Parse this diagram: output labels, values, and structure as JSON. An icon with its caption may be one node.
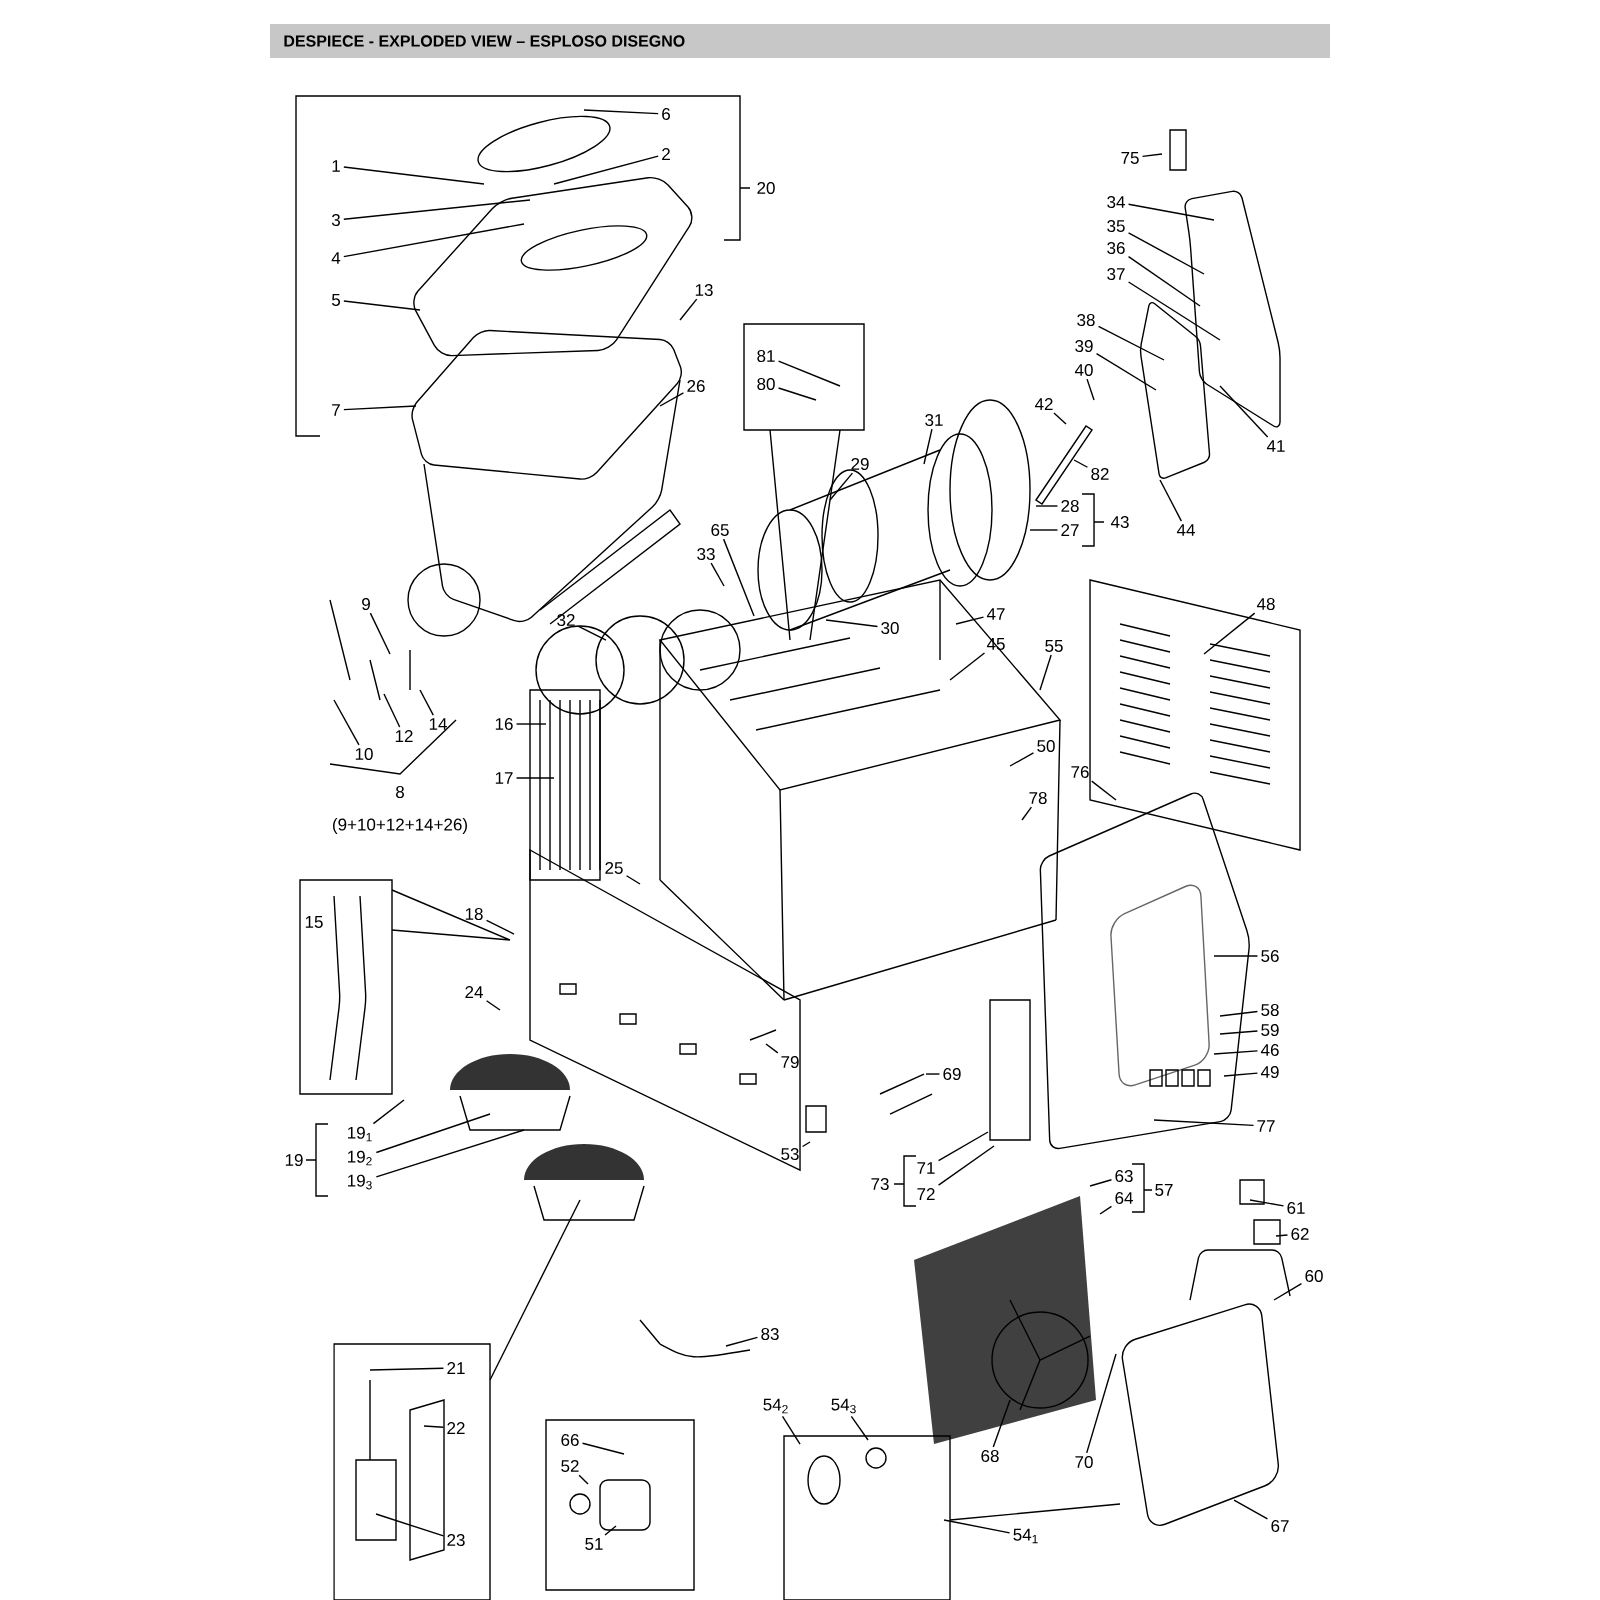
{
  "diagram": {
    "title": "DESPIECE - EXPLODED VIEW – ESPLOSO DISEGNO",
    "nodes": [
      {
        "text": [
          "6"
        ]
      },
      {
        "text": [
          "1"
        ]
      },
      {
        "text": [
          "2"
        ]
      },
      {
        "text": [
          "75"
        ]
      },
      {
        "text": [
          "34"
        ]
      },
      {
        "text": [
          "3"
        ]
      },
      {
        "text": [
          "35"
        ]
      },
      {
        "text": [
          "36"
        ]
      },
      {
        "text": [
          "4"
        ]
      },
      {
        "text": [
          "37"
        ]
      },
      {
        "text": [
          "13"
        ]
      },
      {
        "text": [
          "5"
        ]
      },
      {
        "text": [
          "38"
        ]
      },
      {
        "text": [
          "39"
        ]
      },
      {
        "text": [
          "81"
        ]
      },
      {
        "text": [
          "40"
        ]
      },
      {
        "text": [
          "80"
        ]
      },
      {
        "text": [
          "26"
        ]
      },
      {
        "text": [
          "7"
        ]
      },
      {
        "text": [
          "42"
        ]
      },
      {
        "text": [
          "31"
        ]
      },
      {
        "text": [
          "41"
        ]
      },
      {
        "text": [
          "29"
        ]
      },
      {
        "text": [
          "82"
        ]
      },
      {
        "text": [
          "28"
        ]
      },
      {
        "text": [
          "27"
        ]
      },
      {
        "text": [
          "44"
        ]
      },
      {
        "text": [
          "65"
        ]
      },
      {
        "text": [
          "33"
        ]
      },
      {
        "text": [
          "9"
        ]
      },
      {
        "text": [
          "48"
        ]
      },
      {
        "text": [
          "47"
        ]
      },
      {
        "text": [
          "32"
        ]
      },
      {
        "text": [
          "30"
        ]
      },
      {
        "text": [
          "45"
        ]
      },
      {
        "text": [
          "55"
        ]
      },
      {
        "text": [
          "16"
        ]
      },
      {
        "text": [
          "12"
        ]
      },
      {
        "text": [
          "14"
        ]
      },
      {
        "text": [
          "50"
        ]
      },
      {
        "text": [
          "10"
        ]
      },
      {
        "text": [
          "76"
        ]
      },
      {
        "text": [
          "17"
        ]
      },
      {
        "text": [
          "78"
        ]
      },
      {
        "text": [
          "25"
        ]
      },
      {
        "text": [
          "18"
        ]
      },
      {
        "text": [
          "56"
        ]
      },
      {
        "text": [
          "24"
        ]
      },
      {
        "text": [
          "58"
        ]
      },
      {
        "text": [
          "59"
        ]
      },
      {
        "text": [
          "46"
        ]
      },
      {
        "text": [
          "79"
        ]
      },
      {
        "text": [
          "49"
        ]
      },
      {
        "text": [
          "69"
        ]
      },
      {
        "text": [
          "77"
        ]
      },
      {
        "text": [
          "19$_{1}$"
        ]
      },
      {
        "text": [
          "53"
        ]
      },
      {
        "text": [
          "19$_{2}$"
        ]
      },
      {
        "text": [
          "71"
        ]
      },
      {
        "text": [
          "63"
        ]
      },
      {
        "text": [
          "19$_{3}$"
        ]
      },
      {
        "text": [
          "72"
        ]
      },
      {
        "text": [
          "64"
        ]
      },
      {
        "text": [
          "61"
        ]
      },
      {
        "text": [
          "62"
        ]
      },
      {
        "text": [
          "60"
        ]
      },
      {
        "text": [
          "83"
        ]
      },
      {
        "text": [
          "21"
        ]
      },
      {
        "text": [
          "54$_{2}$"
        ]
      },
      {
        "text": [
          "54$_{3}$"
        ]
      },
      {
        "text": [
          "22"
        ]
      },
      {
        "text": [
          "68"
        ]
      },
      {
        "text": [
          "66"
        ]
      },
      {
        "text": [
          "70"
        ]
      },
      {
        "text": [
          "52"
        ]
      },
      {
        "text": [
          "67"
        ]
      },
      {
        "text": [
          "54$_{1}$"
        ]
      },
      {
        "text": [
          "23"
        ]
      },
      {
        "text": [
          "51"
        ]
      }
    ],
    "edges": [
      {
        "from": 0,
        "to": null,
        "arrow": "none"
      },
      {
        "from": 1,
        "to": null,
        "arrow": "none"
      },
      {
        "from": 2,
        "to": null,
        "arrow": "none"
      },
      {
        "from": 3,
        "to": null,
        "arrow": "none"
      },
      {
        "from": 4,
        "to": null,
        "arrow": "none"
      },
      {
        "from": 5,
        "to": null,
        "arrow": "none"
      },
      {
        "from": 6,
        "to": null,
        "arrow": "none"
      },
      {
        "from": 7,
        "to": null,
        "arrow": "none"
      },
      {
        "from": 8,
        "to": null,
        "arrow": "none"
      },
      {
        "from": 9,
        "to": null,
        "arrow": "none"
      },
      {
        "from": 10,
        "to": null,
        "arrow": "none"
      },
      {
        "from": 11,
        "to": null,
        "arrow": "none"
      },
      {
        "from": 12,
        "to": null,
        "arrow": "none"
      },
      {
        "from": 13,
        "to": null,
        "arrow": "none"
      },
      {
        "from": 14,
        "to": null,
        "arrow": "none"
      },
      {
        "from": 15,
        "to": null,
        "arrow": "none"
      },
      {
        "from": 16,
        "to": null,
        "arrow": "none"
      },
      {
        "from": 17,
        "to": null,
        "arrow": "none"
      },
      {
        "from": 18,
        "to": null,
        "arrow": "none"
      },
      {
        "from": 19,
        "to": null,
        "arrow": "none"
      },
      {
        "from": 20,
        "to": null,
        "arrow": "none"
      },
      {
        "from": 21,
        "to": null,
        "arrow": "none"
      },
      {
        "from": 22,
        "to": null,
        "arrow": "none"
      },
      {
        "from": 23,
        "to": null,
        "arrow": "none"
      },
      {
        "from": 24,
        "to": null,
        "arrow": "none"
      },
      {
        "from": 25,
        "to": null,
        "arrow": "none"
      },
      {
        "from": 26,
        "to": null,
        "arrow": "none"
      },
      {
        "from": 27,
        "to": null,
        "arrow": "none"
      },
      {
        "from": 28,
        "to": null,
        "arrow": "none"
      },
      {
        "from": 29,
        "to": null,
        "arrow": "none"
      },
      {
        "from": 30,
        "to": null,
        "arrow": "none"
      },
      {
        "from": 31,
        "to": null,
        "arrow": "none"
      },
      {
        "from": 32,
        "to": null,
        "arrow": "none"
      },
      {
        "from": 33,
        "to": null,
        "arrow": "none"
      },
      {
        "from": 34,
        "to": null,
        "arrow": "none"
      },
      {
        "from": 35,
        "to": null,
        "arrow": "none"
      },
      {
        "from": 36,
        "to": null,
        "arrow": "none"
      },
      {
        "from": 37,
        "to": null,
        "arrow": "none"
      },
      {
        "from": 38,
        "to": null,
        "arrow": "none"
      },
      {
        "from": 39,
        "to": null,
        "arrow": "none"
      },
      {
        "from": 40,
        "to": null,
        "arrow": "none"
      },
      {
        "from": 41,
        "to": null,
        "arrow": "none"
      },
      {
        "from": 42,
        "to": null,
        "arrow": "none"
      },
      {
        "from": 43,
        "to": null,
        "arrow": "none"
      },
      {
        "from": 44,
        "to": null,
        "arrow": "none"
      },
      {
        "from": 45,
        "to": null,
        "arrow": "none"
      },
      {
        "from": 46,
        "to": null,
        "arrow": "none"
      },
      {
        "from": 47,
        "to": null,
        "arrow": "none"
      },
      {
        "from": 48,
        "to": null,
        "arrow": "none"
      },
      {
        "from": 49,
        "to": null,
        "arrow": "none"
      },
      {
        "from": 50,
        "to": null,
        "arrow": "none"
      },
      {
        "from": 51,
        "to": null,
        "arrow": "none"
      },
      {
        "from": 52,
        "to": null,
        "arrow": "none"
      },
      {
        "from": 53,
        "to": null,
        "arrow": "none"
      },
      {
        "from": 54,
        "to": null,
        "arrow": "none"
      },
      {
        "from": 55,
        "to": null,
        "arrow": "none"
      },
      {
        "from": 56,
        "to": null,
        "arrow": "none"
      },
      {
        "from": 57,
        "to": null,
        "arrow": "none"
      },
      {
        "from": 58,
        "to": null,
        "arrow": "none"
      },
      {
        "from": 59,
        "to": null,
        "arrow": "none"
      },
      {
        "from": 60,
        "to": null,
        "arrow": "none"
      },
      {
        "from": 61,
        "to": null,
        "arrow": "none"
      },
      {
        "from": 62,
        "to": null,
        "arrow": "none"
      },
      {
        "from": 63,
        "to": null,
        "arrow": "none"
      },
      {
        "from": 64,
        "to": null,
        "arrow": "none"
      },
      {
        "from": 65,
        "to": null,
        "arrow": "none"
      },
      {
        "from": 66,
        "to": null,
        "arrow": "none"
      },
      {
        "from": 67,
        "to": null,
        "arrow": "none"
      },
      {
        "from": 68,
        "to": null,
        "arrow": "none"
      },
      {
        "from": 69,
        "to": null,
        "arrow": "none"
      },
      {
        "from": 70,
        "to": null,
        "arrow": "none"
      },
      {
        "from": 71,
        "to": null,
        "arrow": "none"
      },
      {
        "from": 72,
        "to": null,
        "arrow": "none"
      },
      {
        "from": 73,
        "to": null,
        "arrow": "none"
      },
      {
        "from": 74,
        "to": null,
        "arrow": "none"
      },
      {
        "from": 75,
        "to": null,
        "arrow": "none"
      },
      {
        "from": 76,
        "to": null,
        "arrow": "none"
      },
      {
        "from": 77,
        "to": null,
        "arrow": "none"
      },
      {
        "from": 78,
        "to": null,
        "arrow": "none"
      }
    ],
    "labels": [
      "20",
      "43",
      "8",
      "(9+10+12+14+26)",
      "15",
      "19",
      "73",
      "57"
    ]
  }
}
